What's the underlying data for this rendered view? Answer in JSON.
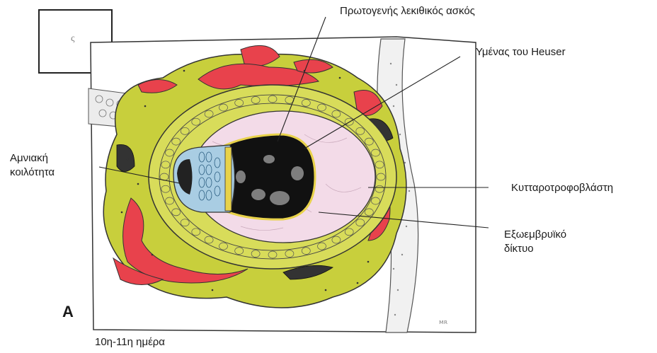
{
  "labels": {
    "yolk_sac": "Πρωτογενής λεκιθικός ασκός",
    "heuser": "Υμένας του Heuser",
    "amnion_line1": "Αμνιακή",
    "amnion_line2": "κοιλότητα",
    "cytotrophoblast": "Κυτταροτροφοβλάστη",
    "exo_line1": "Εξωεμβρυϊκό",
    "exo_line2": "δίκτυο",
    "panel": "A",
    "caption": "10η-11η ημέρα",
    "inset_mark": "ς"
  },
  "colors": {
    "syncytiotrophoblast": "#c8cf3c",
    "lacunae_blood": "#e8424c",
    "cytotrophoblast_cells": "#d8dc5a",
    "extraembryonic_reticulum": "#f3dbe8",
    "yolk_sac_cavity": "#111111",
    "amniotic_epiblast": "#a9cde3",
    "endometrium": "#ffffff",
    "outline": "#222222"
  }
}
